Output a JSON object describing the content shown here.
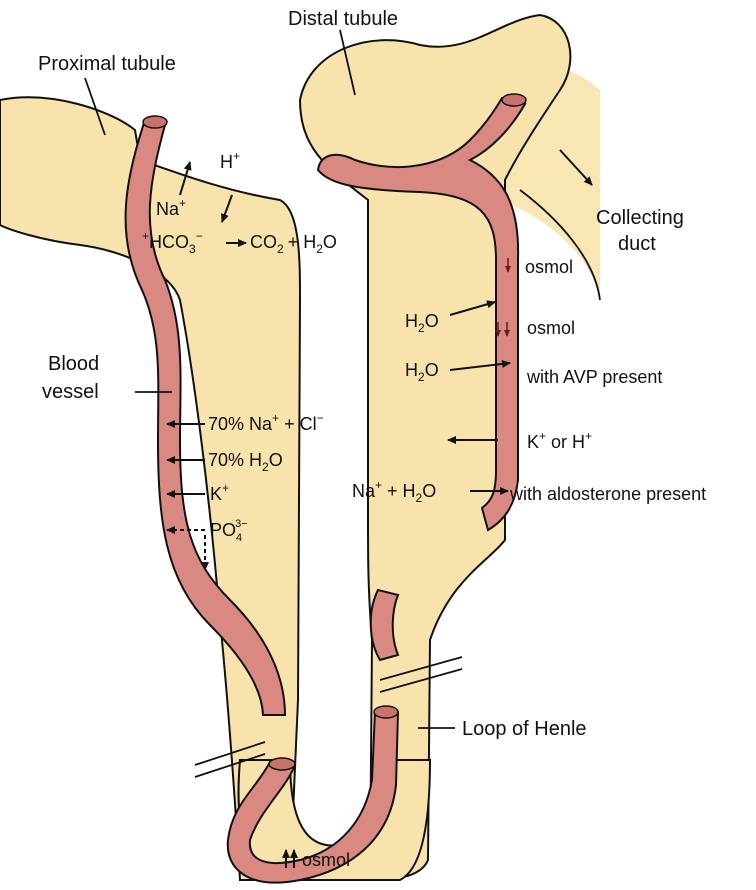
{
  "labels": {
    "proximal_tubule": "Proximal tubule",
    "distal_tubule": "Distal tubule",
    "collecting_duct_line1": "Collecting",
    "collecting_duct_line2": "duct",
    "blood_vessel_line1": "Blood",
    "blood_vessel_line2": "vessel",
    "loop_of_henle": "Loop of Henle"
  },
  "proximal": {
    "na": "Na",
    "na_sup": "+",
    "h": "H",
    "h_sup": "+",
    "hco3_sup_plus": "+",
    "hco3": "HCO",
    "hco3_sub": "3",
    "hco3_sup": "−",
    "co2": "CO",
    "co2_sub": "2",
    "plus_h2o": "+ H",
    "h2o_sub": "2",
    "h2o_o": "O",
    "na_cl_pct": "70% Na",
    "na_cl_sup": "+",
    "na_cl_plus": " + Cl",
    "cl_sup": "−",
    "h2o_pct": "70% H",
    "h2o_pct_sub": "2",
    "h2o_pct_o": "O",
    "k": "K",
    "k_sup": "+",
    "po4": "PO",
    "po4_sub": "4",
    "po4_sup": "3−"
  },
  "distal": {
    "osmol1": "osmol",
    "osmol2": "osmol",
    "h2o1_h": "H",
    "h2o1_sub": "2",
    "h2o1_o": "O",
    "h2o2_h": "H",
    "h2o2_sub": "2",
    "h2o2_o": "O",
    "avp": "with AVP present",
    "k_or_h_k": "K",
    "k_or_h_ksup": "+",
    "k_or_h_or": " or H",
    "k_or_h_hsup": "+",
    "na": "Na",
    "na_sup": "+",
    "plus_h2o": " + H",
    "plus_h2o_sub": "2",
    "plus_h2o_o": "O",
    "aldosterone": "with aldosterone present"
  },
  "loop": {
    "osmol": "osmol"
  },
  "colors": {
    "tubule": "#f7e3ab",
    "vessel": "#d98982",
    "outline": "#111111"
  }
}
